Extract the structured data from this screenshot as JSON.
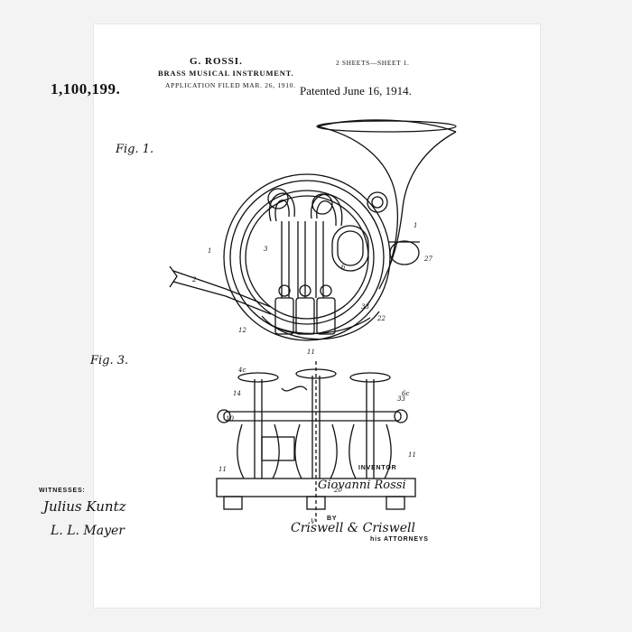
{
  "header": {
    "inventor_name": "G. ROSSI.",
    "title": "BRASS MUSICAL INSTRUMENT.",
    "application_filed": "APPLICATION FILED MAR. 26, 1910.",
    "sheets": "2 SHEETS—SHEET 1."
  },
  "patent_number": "1,100,199.",
  "patented_date": "Patented June 16, 1914.",
  "figures": {
    "fig1_label": "Fig. 1.",
    "fig3_label": "Fig. 3."
  },
  "signatures": {
    "witnesses_label": "WITNESSES:",
    "witness_1": "Julius Kuntz",
    "witness_2": "L. L. Mayer",
    "inventor_label": "INVENTOR",
    "inventor_signature": "Giovanni Rossi",
    "by_label": "BY",
    "attorneys_signature": "Criswell & Criswell",
    "attorneys_label": "his ATTORNEYS"
  }
}
